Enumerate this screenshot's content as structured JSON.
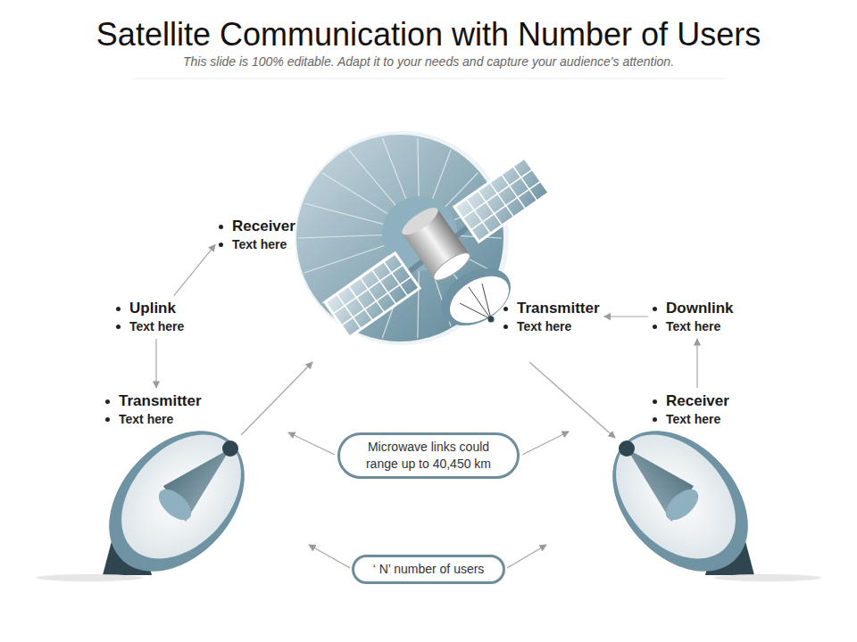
{
  "diagram": {
    "title": "Satellite Communication with Number of Users",
    "nodes": [
      {
        "text": [
          "Receiver",
          "Text here"
        ]
      },
      {
        "text": [
          "Uplink",
          "Text here"
        ]
      },
      {
        "text": [
          "Transmitter",
          "Text here"
        ]
      },
      {
        "text": [
          "Downlink",
          "Text here"
        ]
      },
      {
        "text": [
          "Transmitter",
          "Text here"
        ]
      },
      {
        "text": [
          "Receiver",
          "Text here"
        ]
      },
      {
        "text": [
          "Microwave links could range up to 40,450 km"
        ]
      },
      {
        "text": [
          "‘ N’ number of users"
        ]
      }
    ],
    "edges": [
      {
        "from": 1,
        "to": 0,
        "arrow": "to"
      },
      {
        "from": 1,
        "to": 4,
        "arrow": "to"
      },
      {
        "from": 3,
        "to": 2,
        "arrow": "to"
      },
      {
        "from": 5,
        "to": 3,
        "arrow": "to"
      }
    ],
    "labels": [
      "This slide is 100% editable. Adapt it to your needs and capture your audience's attention."
    ]
  }
}
